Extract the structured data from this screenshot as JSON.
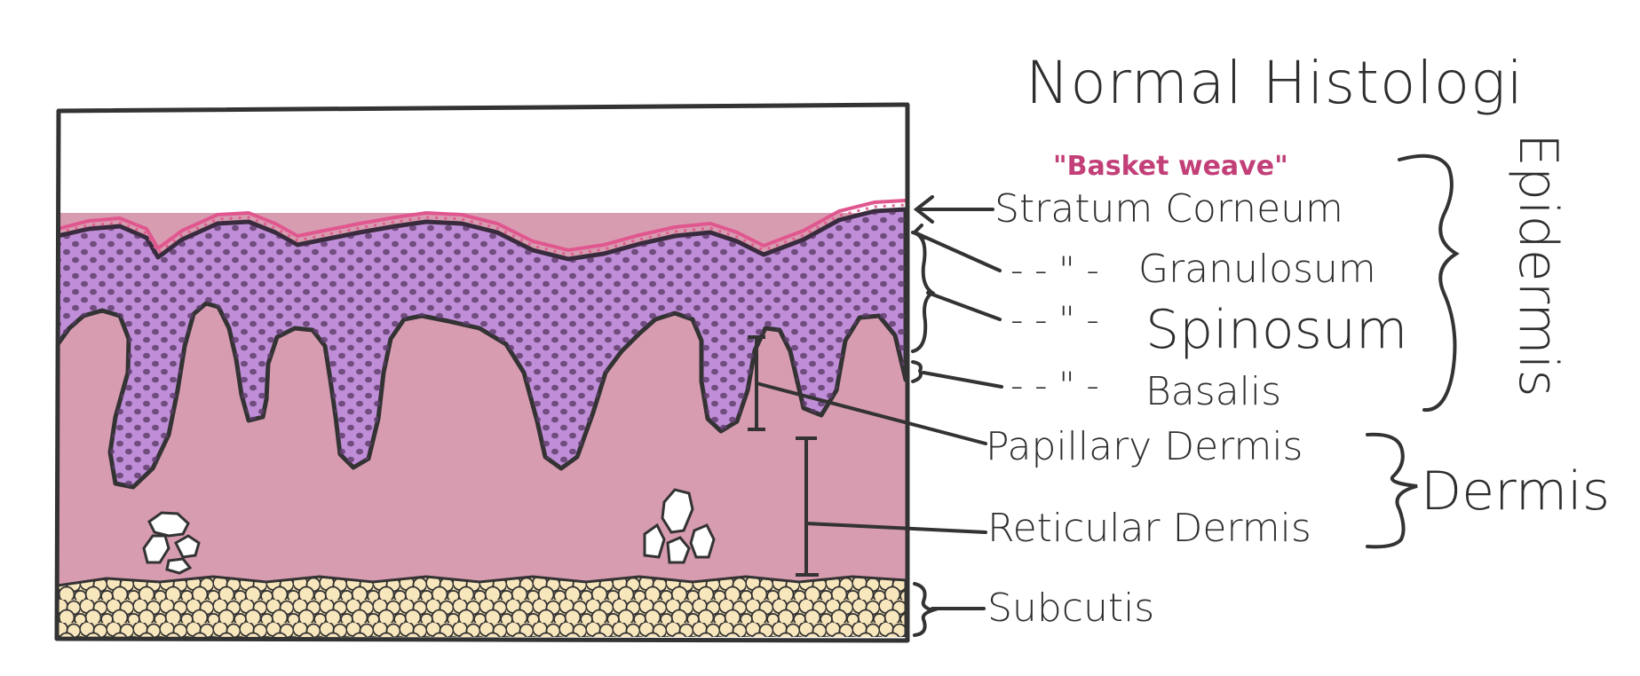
{
  "title": "Normal Histologi",
  "annotation": "\"Basket weave\"",
  "layers": {
    "stratum_corneum": "Stratum Corneum",
    "granulosum": "Granulosum",
    "spinosum": "Spinosum",
    "basalis": "Basalis",
    "papillary": "Papillary Dermis",
    "reticular": "Reticular Dermis",
    "subcutis": "Subcutis"
  },
  "ditto": "- - \" -",
  "groups": {
    "epidermis": "Epidermis",
    "dermis": "Dermis"
  },
  "colors": {
    "ink": "#333333",
    "corneum": "#e0568f",
    "epidermis": "#c08ed8",
    "nuclei": "#5e3d6b",
    "dermis": "#d89cb0",
    "fat": "#f5e1b4",
    "annotation": "#c23f78"
  }
}
